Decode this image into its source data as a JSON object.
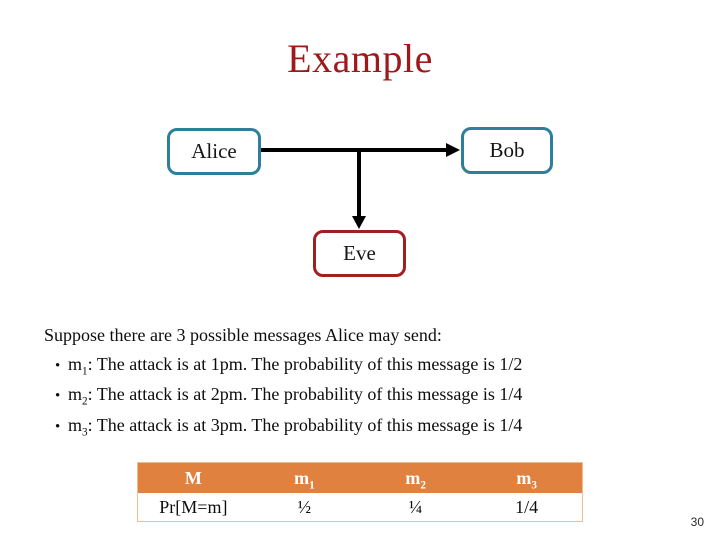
{
  "slide": {
    "title": "Example",
    "page_number": "30",
    "title_color": "#9e1a1a"
  },
  "diagram": {
    "alice_label": "Alice",
    "bob_label": "Bob",
    "eve_label": "Eve",
    "sender_receiver_border_color": "#2e7f9e",
    "eavesdropper_border_color": "#9e2121",
    "arrow_color": "#000000"
  },
  "body": {
    "intro": "Suppose there are 3 possible messages Alice may send:",
    "bullet_glyph": "•",
    "bullets": [
      {
        "base": "m",
        "sub": "1",
        "text": ": The attack is at 1pm. The probability of this message is 1/2"
      },
      {
        "base": "m",
        "sub": "2",
        "text": ": The attack is at 2pm. The probability of this message is 1/4"
      },
      {
        "base": "m",
        "sub": "3",
        "text": ": The attack is at 3pm. The probability of this message is 1/4"
      }
    ]
  },
  "table": {
    "header_bg": "#e0813f",
    "headers": [
      {
        "base": "M",
        "sub": ""
      },
      {
        "base": "m",
        "sub": "1"
      },
      {
        "base": "m",
        "sub": "2"
      },
      {
        "base": "m",
        "sub": "3"
      }
    ],
    "row": {
      "label": "Pr[M=m]",
      "values": [
        "½",
        "¼",
        "1/4"
      ]
    }
  }
}
